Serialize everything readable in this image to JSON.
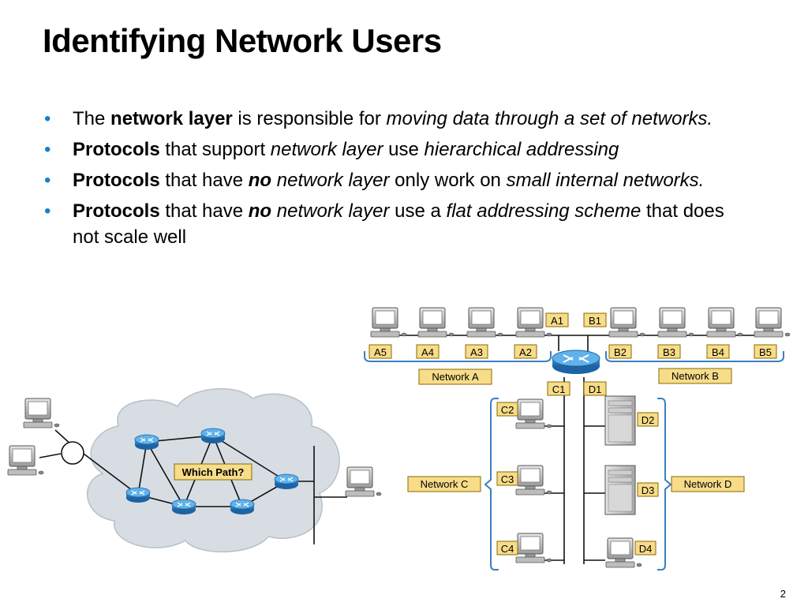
{
  "slide": {
    "title": "Identifying Network Users",
    "page_number": "2"
  },
  "bullets": [
    {
      "segments": [
        {
          "text": "The ",
          "style": "normal"
        },
        {
          "text": "network layer",
          "style": "bold"
        },
        {
          "text": " is responsible for ",
          "style": "normal"
        },
        {
          "text": "moving data through a set of networks.",
          "style": "italic"
        }
      ]
    },
    {
      "segments": [
        {
          "text": "Protocols",
          "style": "bold"
        },
        {
          "text": " that support ",
          "style": "normal"
        },
        {
          "text": "network layer",
          "style": "italic"
        },
        {
          "text": " use ",
          "style": "normal"
        },
        {
          "text": "hierarchical addressing",
          "style": "italic"
        }
      ]
    },
    {
      "segments": [
        {
          "text": "Protocols",
          "style": "bold"
        },
        {
          "text": " that have ",
          "style": "normal"
        },
        {
          "text": "no",
          "style": "bold-italic"
        },
        {
          "text": " ",
          "style": "normal"
        },
        {
          "text": "network layer",
          "style": "italic"
        },
        {
          "text": " only work on ",
          "style": "normal"
        },
        {
          "text": "small internal networks.",
          "style": "italic"
        }
      ]
    },
    {
      "segments": [
        {
          "text": "Protocols",
          "style": "bold"
        },
        {
          "text": " that have ",
          "style": "normal"
        },
        {
          "text": "no",
          "style": "bold-italic"
        },
        {
          "text": " ",
          "style": "normal"
        },
        {
          "text": "network layer",
          "style": "italic"
        },
        {
          "text": " use a ",
          "style": "normal"
        },
        {
          "text": "flat addressing scheme",
          "style": "italic"
        },
        {
          "text": " that does not scale well",
          "style": "normal"
        }
      ]
    }
  ],
  "colors": {
    "bullet": "#1a7ec8",
    "label_fill": "#f7dc8a",
    "label_stroke": "#8a6a00",
    "bracket": "#3a7fbf",
    "router": "#2a7fc0",
    "cloud": "#d7dde3"
  },
  "left_diagram": {
    "cloud_label": "Which Path?"
  },
  "right_diagram": {
    "host_labels": {
      "A1": "A1",
      "A2": "A2",
      "A3": "A3",
      "A4": "A4",
      "A5": "A5",
      "B1": "B1",
      "B2": "B2",
      "B3": "B3",
      "B4": "B4",
      "B5": "B5",
      "C1": "C1",
      "C2": "C2",
      "C3": "C3",
      "C4": "C4",
      "D1": "D1",
      "D2": "D2",
      "D3": "D3",
      "D4": "D4"
    },
    "network_labels": {
      "a": "Network A",
      "b": "Network B",
      "c": "Network C",
      "d": "Network D"
    }
  }
}
